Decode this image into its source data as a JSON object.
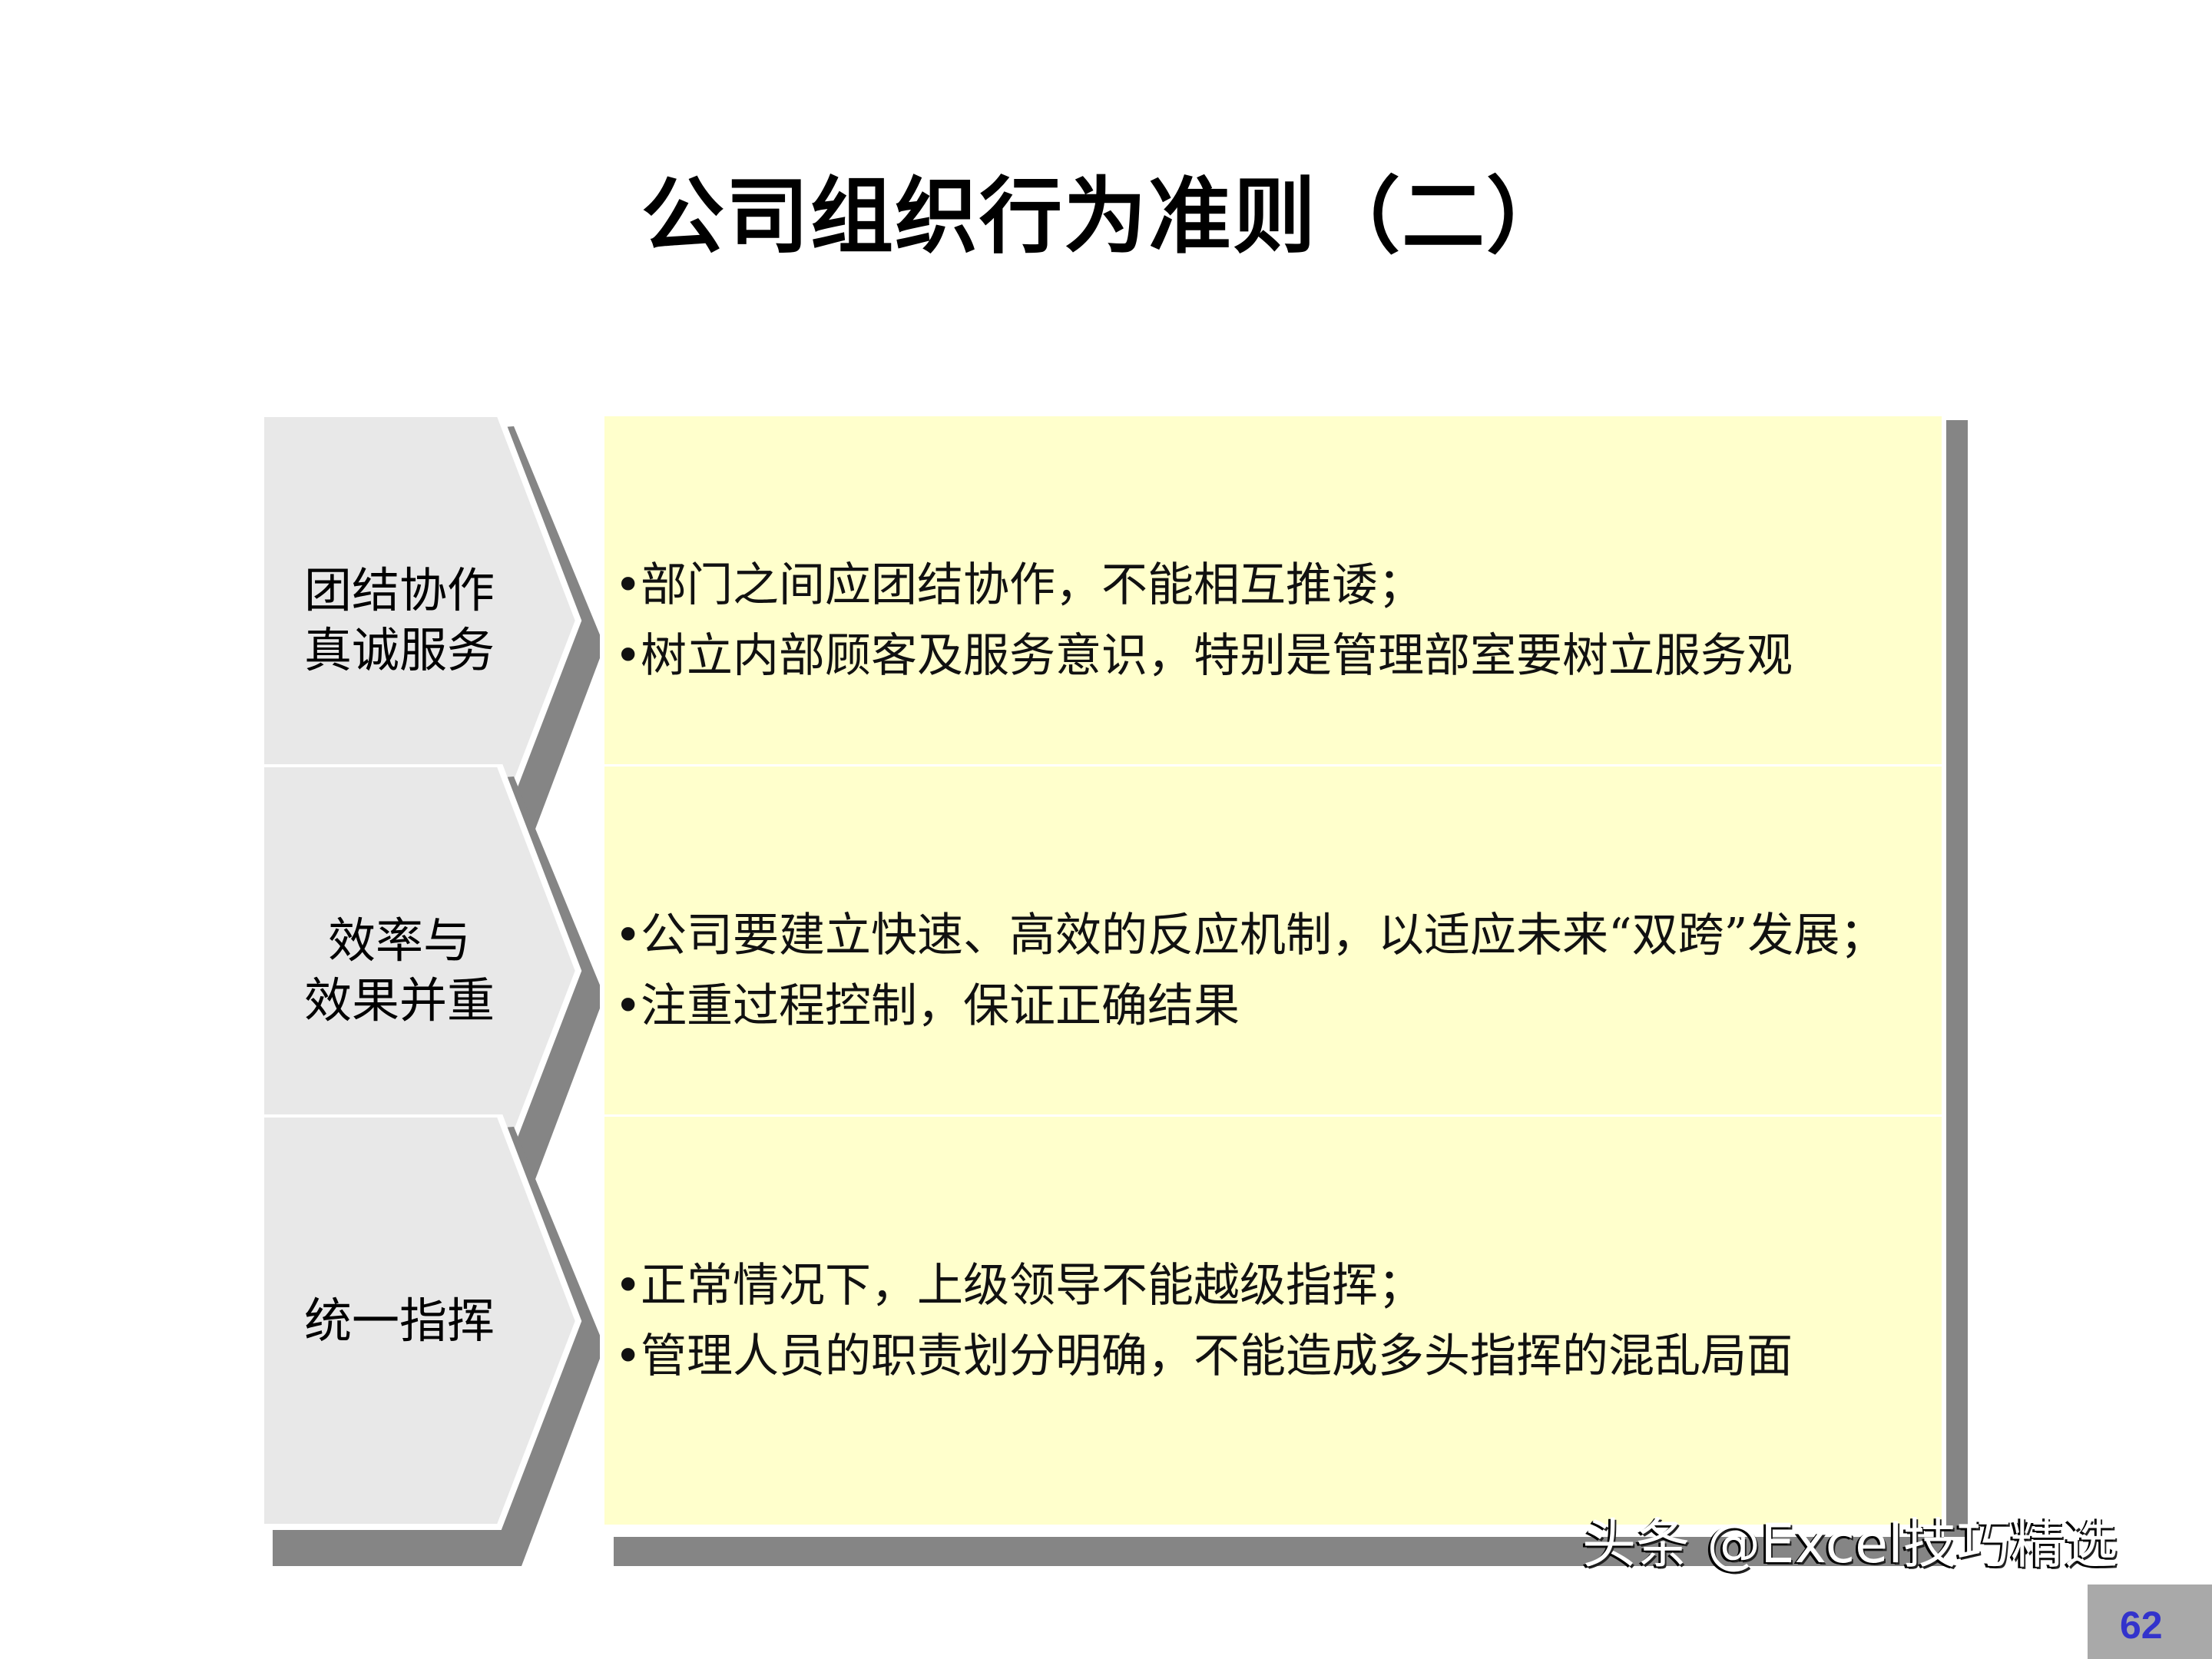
{
  "title": "公司组织行为准则（二）",
  "rows": [
    {
      "label_lines": [
        "团结协作",
        "真诚服务"
      ],
      "bullets": [
        "部门之间应团结协作，不能相互推诿；",
        "树立内部顾客及服务意识，特别是管理部室要树立服务观"
      ]
    },
    {
      "label_lines": [
        "效率与",
        "效果并重"
      ],
      "bullets": [
        "公司要建立快速、高效的反应机制，以适应未来“双跨”发展；",
        "注重过程控制，保证正确结果"
      ]
    },
    {
      "label_lines": [
        "统一指挥"
      ],
      "bullets": [
        "正常情况下，上级领导不能越级指挥；",
        "管理人员的职责划分明确，不能造成多头指挥的混乱局面"
      ]
    }
  ],
  "bullet_char": "•",
  "page_number": "62",
  "watermark": "头条 @Excel技巧精选",
  "colors": {
    "label_fill": "#e8e8e8",
    "panel_fill": "#ffffcc",
    "shadow": "#858585",
    "page_number": "#3333cc"
  }
}
